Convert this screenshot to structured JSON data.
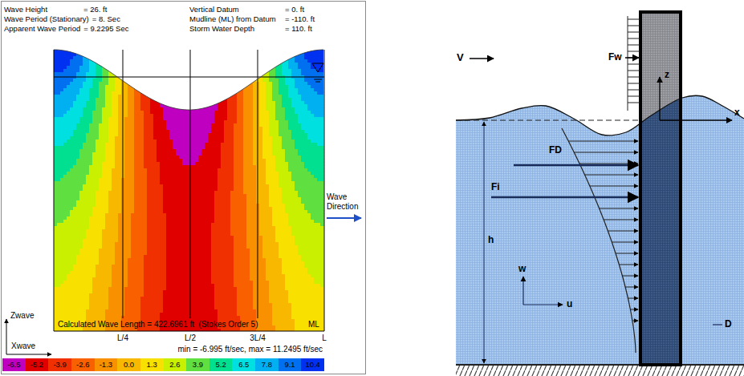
{
  "diagram": {
    "labels": [
      "Wave Height",
      "= 26. ft",
      "Wave Period (Stationary)",
      "= 8. Sec",
      "Apparent Wave Period",
      "= 9.2295 Sec",
      "Vertical Datum",
      "= 0. ft",
      "Mudline (ML) from Datum",
      "= -110. ft",
      "Storm Water Depth",
      "= 110. ft",
      "Wave Direction",
      "Calculated Wave Length = 422.6961 ft  (Stokes Order 5)",
      "ML",
      "Zwave",
      "Xwave",
      "L/4",
      "L/2",
      "3L/4",
      "L",
      "min = -6.995 ft/sec, max = 11.2495 ft/sec",
      "V",
      "Fw",
      "z",
      "x",
      "FD",
      "Fi",
      "h",
      "w",
      "u",
      "D"
    ],
    "legend": [
      {
        "text": "-6.5",
        "color": "#c000c0"
      },
      {
        "text": "-5.2",
        "color": "#e00000"
      },
      {
        "text": "-3.9",
        "color": "#f03000"
      },
      {
        "text": "-2.6",
        "color": "#f86000"
      },
      {
        "text": "-1.3",
        "color": "#f89000"
      },
      {
        "text": "0.0",
        "color": "#f8b800"
      },
      {
        "text": "1.3",
        "color": "#f8e000"
      },
      {
        "text": "2.6",
        "color": "#c8f000"
      },
      {
        "text": "3.9",
        "color": "#60e040"
      },
      {
        "text": "5.2",
        "color": "#00e090"
      },
      {
        "text": "6.5",
        "color": "#00e0e0"
      },
      {
        "text": "7.8",
        "color": "#00b0f0"
      },
      {
        "text": "9.1",
        "color": "#0070f0"
      },
      {
        "text": "10.4",
        "color": "#0030f0"
      }
    ]
  }
}
